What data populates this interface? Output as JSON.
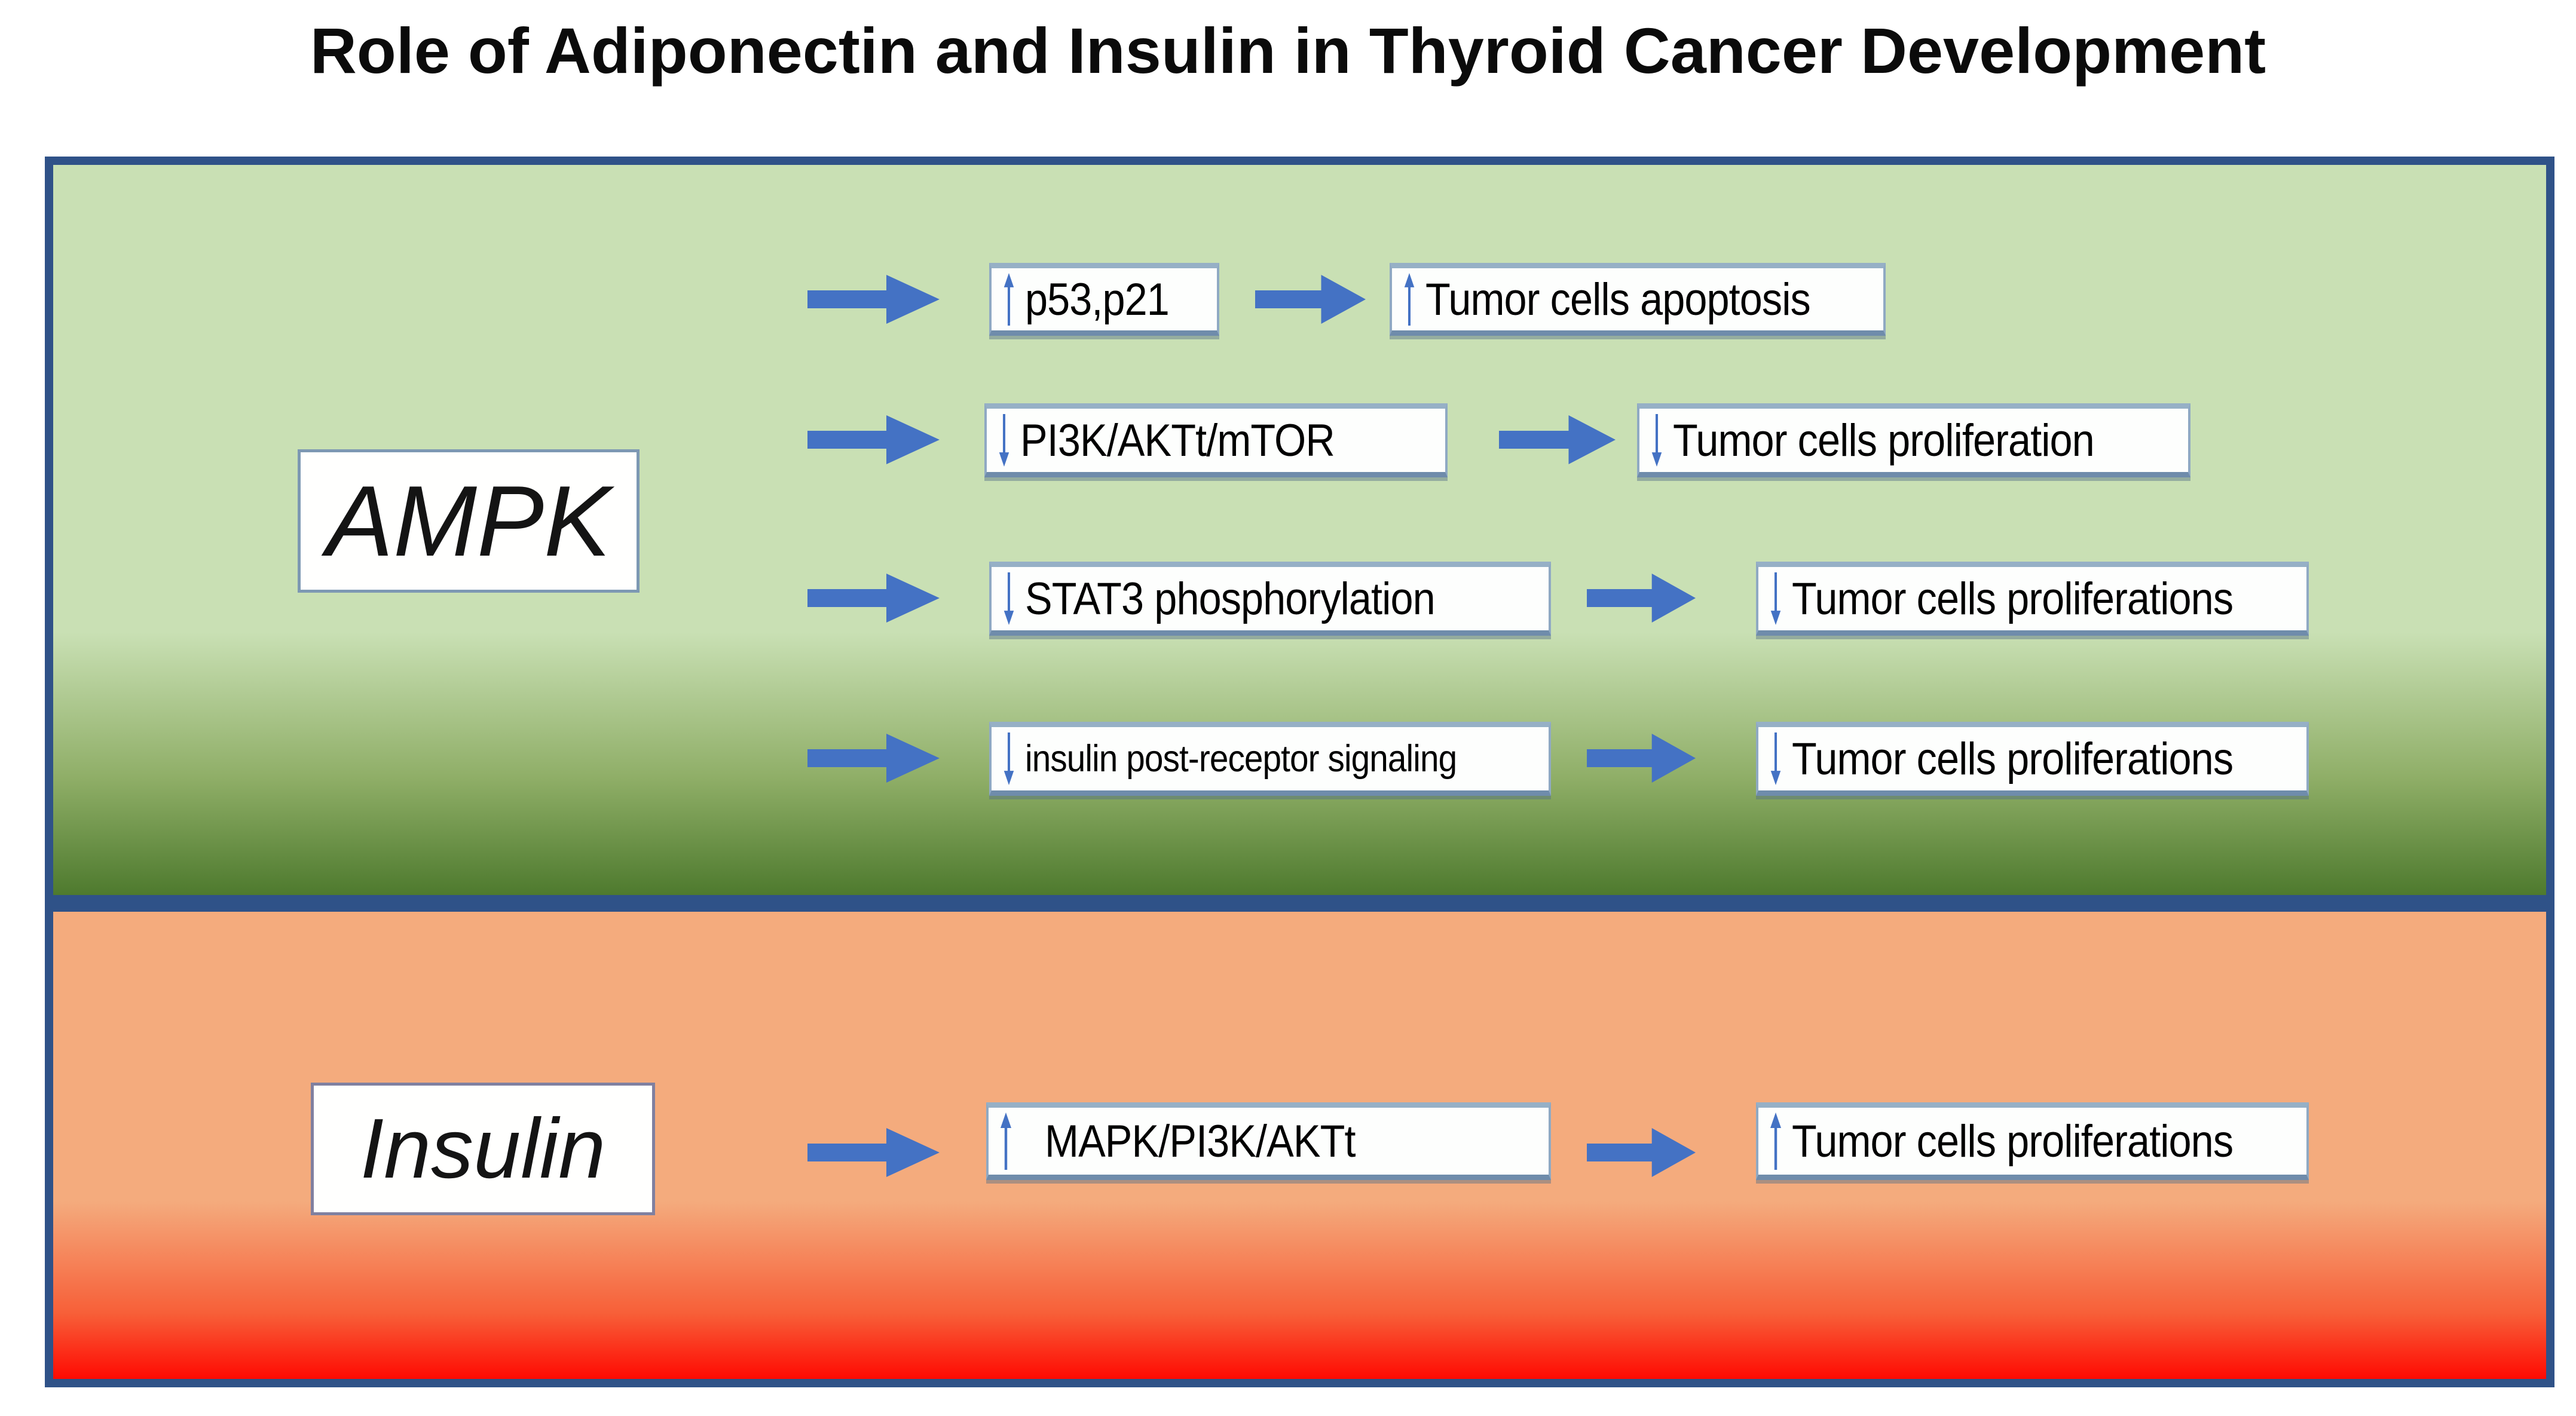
{
  "title": "Role of Adiponectin and Insulin in Thyroid Cancer Development",
  "colors": {
    "panel_border": "#2f5288",
    "arrow_blue": "#4472c4",
    "node_border": "#7d99b7",
    "ampk_panel_top": "#c9e0b4",
    "ampk_panel_bottom": "#4e7a2e",
    "insulin_panel_top": "#f4ab7d",
    "insulin_panel_bottom": "#ff0a02"
  },
  "sections": {
    "ampk": {
      "label": "AMPK",
      "rows": [
        {
          "cause_direction": "up",
          "cause": "p53,p21",
          "effect_direction": "up",
          "effect": "Tumor cells apoptosis"
        },
        {
          "cause_direction": "down",
          "cause": "PI3K/AKTt/mTOR",
          "effect_direction": "down",
          "effect": "Tumor cells proliferation"
        },
        {
          "cause_direction": "down",
          "cause": "STAT3 phosphorylation",
          "effect_direction": "down",
          "effect": "Tumor cells proliferations"
        },
        {
          "cause_direction": "down",
          "cause": "insulin post-receptor signaling",
          "effect_direction": "down",
          "effect": "Tumor cells proliferations"
        }
      ]
    },
    "insulin": {
      "label": "Insulin",
      "rows": [
        {
          "cause_direction": "up",
          "cause": "MAPK/PI3K/AKTt",
          "effect_direction": "up",
          "effect": "Tumor cells proliferations"
        }
      ]
    }
  }
}
